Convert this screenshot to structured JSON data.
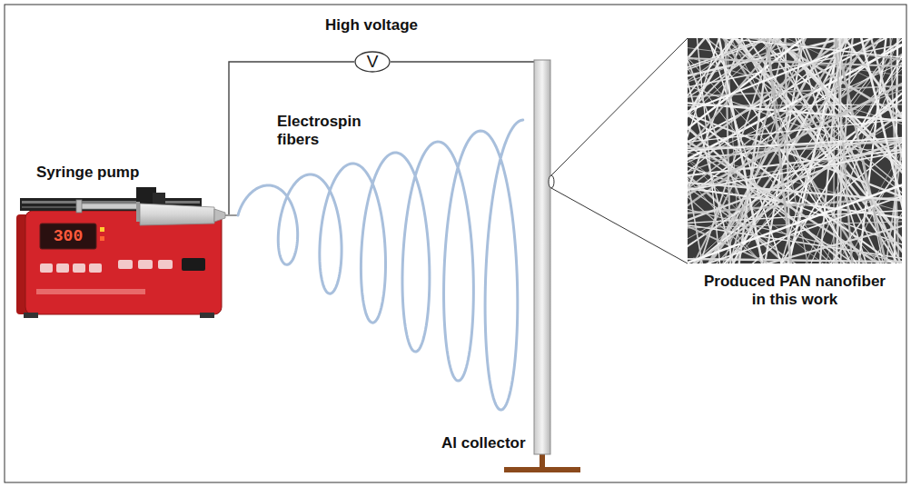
{
  "diagram": {
    "nodes": [
      {
        "text": [
          "V"
        ]
      }
    ],
    "labels": [
      "High voltage",
      "Syringe pump",
      "Electrospin fibers",
      "Al collector",
      "Produced PAN nanofiber in this work",
      "300"
    ]
  }
}
